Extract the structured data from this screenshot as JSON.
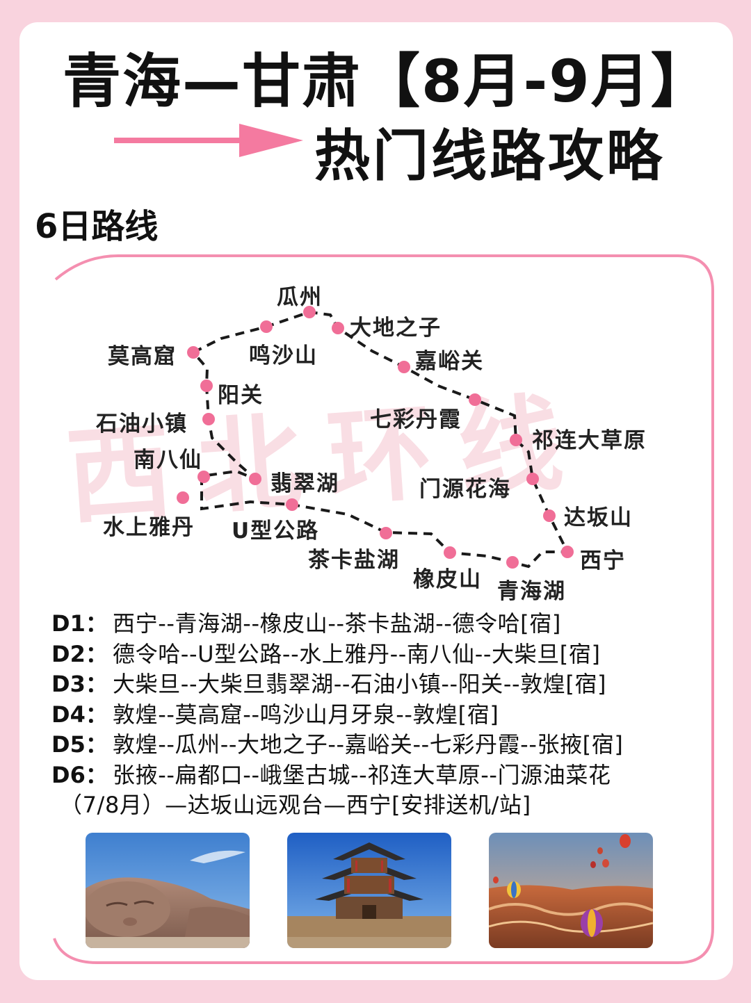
{
  "header": {
    "title_line1": "青海—甘肃【8月-9月】",
    "title_line2": "热门线路攻略"
  },
  "route_heading": "6日路线",
  "map": {
    "watermark": "西北环线",
    "places": {
      "guazhou": "瓜州",
      "dadizhizi": "大地之子",
      "mogaoku": "莫高窟",
      "mingshashan": "鸣沙山",
      "jiayuguan": "嘉峪关",
      "yangguan": "阳关",
      "shiyou": "石油小镇",
      "qicai": "七彩丹霞",
      "qilian": "祁连大草原",
      "nanbaxian": "南八仙",
      "feicuihu": "翡翠湖",
      "menyuan": "门源花海",
      "shuishang": "水上雅丹",
      "uxing": "U型公路",
      "dabanshan": "达坂山",
      "chaka": "茶卡盐湖",
      "xining": "西宁",
      "xiangpishan": "橡皮山",
      "qinghaihu": "青海湖"
    }
  },
  "itinerary": [
    {
      "day": "D1：",
      "text": "西宁--青海湖--橡皮山--茶卡盐湖--德令哈[宿]"
    },
    {
      "day": "D2：",
      "text": "德令哈--U型公路--水上雅丹--南八仙--大柴旦[宿]"
    },
    {
      "day": "D3：",
      "text": "大柴旦--大柴旦翡翠湖--石油小镇--阳关--敦煌[宿]"
    },
    {
      "day": "D4：",
      "text": "敦煌--莫高窟--鸣沙山月牙泉--敦煌[宿]"
    },
    {
      "day": "D5：",
      "text": "敦煌--瓜州--大地之子--嘉峪关--七彩丹霞--张掖[宿]"
    },
    {
      "day": "D6：",
      "text": "张掖--扁都口--峨堡古城--祁连大草原--门源油菜花"
    }
  ],
  "itinerary_continuation": "（7/8月）—达坂山远观台—西宁[安排送机/站]",
  "colors": {
    "page_bg": "#f9d3de",
    "accent_pink": "#f47aa0",
    "dot_pink": "#f06e97",
    "frame_pink": "#f48fb0"
  },
  "photos": [
    {
      "subject": "sleeping-baby-sculpture"
    },
    {
      "subject": "jiayuguan-tower"
    },
    {
      "subject": "hot-air-balloons-danxia"
    }
  ]
}
